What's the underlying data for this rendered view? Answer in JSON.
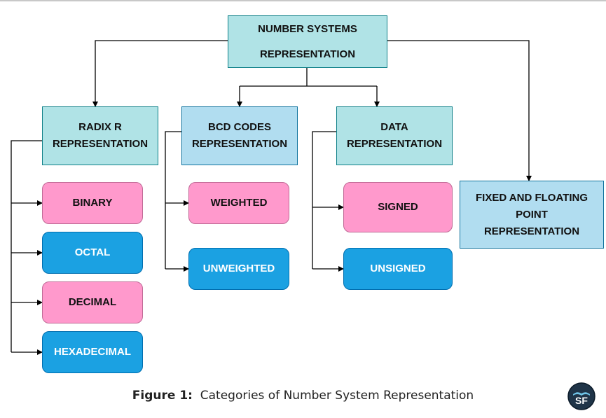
{
  "root": {
    "label": "NUMBER SYSTEMS\nREPRESENTATION"
  },
  "categories": {
    "radix": "RADIX R\nREPRESENTATION",
    "bcd": "BCD CODES\nREPRESENTATION",
    "data": "DATA\nREPRESENTATION",
    "fixed_float": "FIXED AND FLOATING\nPOINT\nREPRESENTATION"
  },
  "radix_items": [
    "BINARY",
    "OCTAL",
    "DECIMAL",
    "HEXADECIMAL"
  ],
  "bcd_items": [
    "WEIGHTED",
    "UNWEIGHTED"
  ],
  "data_items": [
    "SIGNED",
    "UNSIGNED"
  ],
  "caption": {
    "label": "Figure 1:",
    "text": "Categories of Number System Representation"
  },
  "logo": {
    "text": "SF"
  },
  "colors": {
    "teal_box": "#b0e3e6",
    "light_blue_box": "#b1ddf0",
    "pink_box": "#ff99cc",
    "blue_box": "#1ba1e2"
  }
}
